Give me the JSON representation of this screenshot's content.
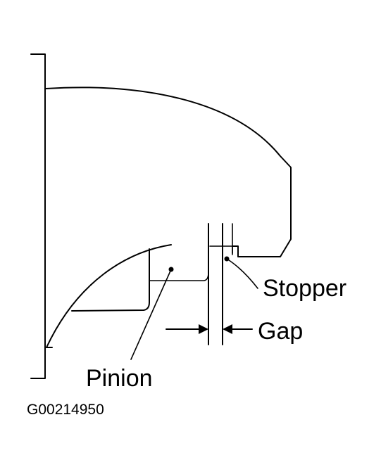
{
  "diagram": {
    "labels": {
      "stopper": "Stopper",
      "gap": "Gap",
      "pinion": "Pinion",
      "code": "G00214950"
    },
    "colors": {
      "line": "#000000",
      "background": "#ffffff"
    }
  }
}
